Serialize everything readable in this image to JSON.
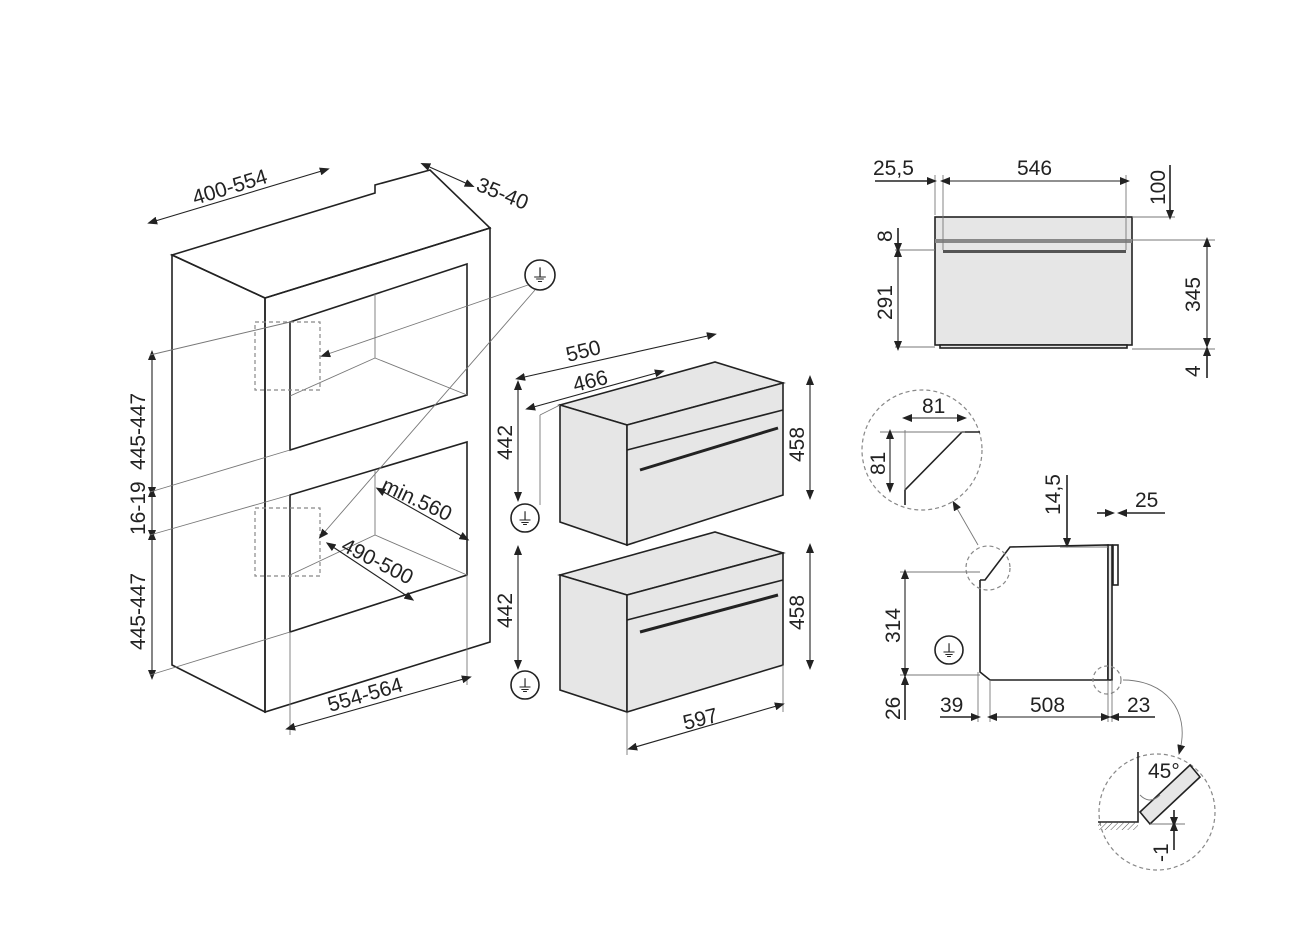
{
  "cabinet": {
    "width_top": "400-554",
    "depth_rear": "35-40",
    "height_upper": "445-447",
    "gap": "16-19",
    "height_lower": "445-447",
    "depth_min": "min.560",
    "depth_inner": "490-500",
    "width_bottom": "554-564"
  },
  "ovens": {
    "depth_total": "550",
    "depth_body": "466",
    "upper_body_height": "442",
    "upper_front_height": "458",
    "lower_body_height": "442",
    "lower_front_height": "458",
    "front_width": "597"
  },
  "front_view": {
    "offset": "25,5",
    "width": "546",
    "top": "100",
    "strip": "8",
    "lower": "291",
    "height": "345",
    "bottom": "4"
  },
  "side_view": {
    "chamfer_w": "81",
    "chamfer_h": "81",
    "top_gap": "14,5",
    "handle": "25",
    "height": "314",
    "base": "26",
    "rear": "39",
    "depth": "508",
    "front": "23",
    "angle": "45°",
    "offset": "-1"
  },
  "colors": {
    "line": "#222222",
    "fill": "#e6e6e6"
  }
}
